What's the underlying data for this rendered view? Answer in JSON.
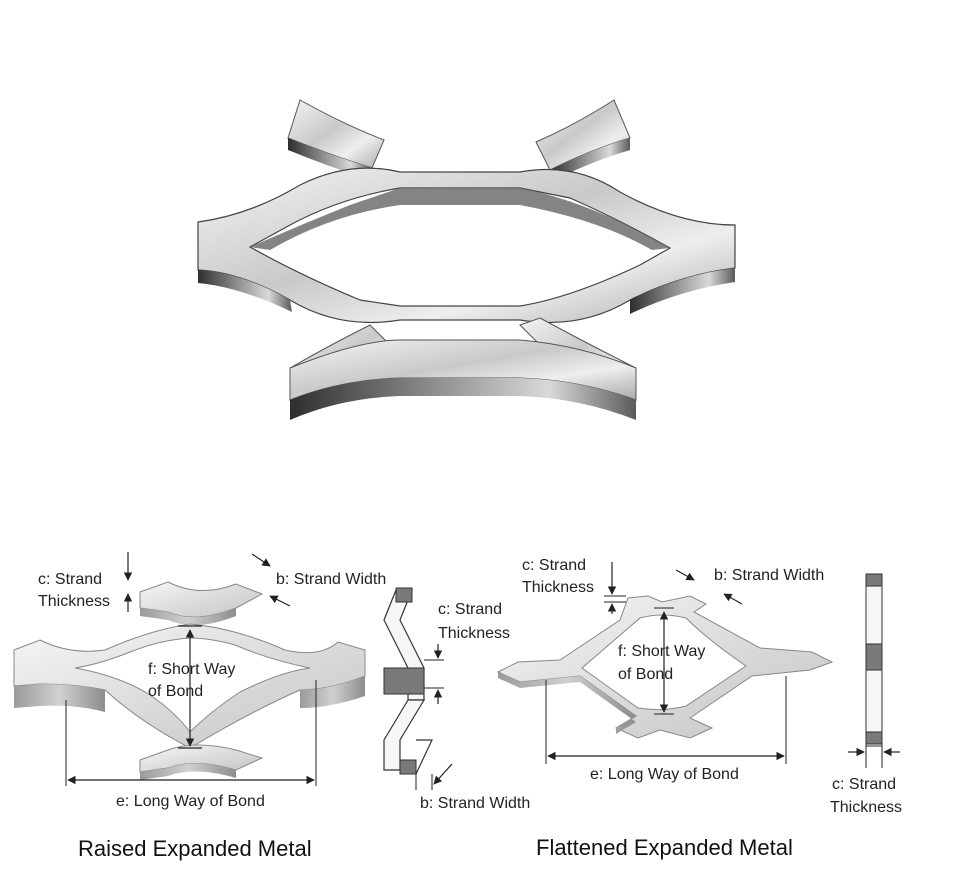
{
  "hero": {
    "name": "expanded-metal-mesh-3d"
  },
  "raised": {
    "strand_thickness": [
      "c: Strand",
      "Thickness"
    ],
    "strand_width_top": "b: Strand Width",
    "strand_thickness_side": [
      "c: Strand",
      "Thickness"
    ],
    "short_way": [
      "f: Short Way",
      "of Bond"
    ],
    "long_way": "e: Long Way of Bond",
    "strand_width_bottom": "b: Strand Width",
    "caption": "Raised Expanded Metal"
  },
  "flattened": {
    "strand_thickness": [
      "c: Strand",
      "Thickness"
    ],
    "strand_width": "b: Strand Width",
    "short_way": [
      "f: Short Way",
      "of Bond"
    ],
    "long_way": "e: Long Way of Bond",
    "strand_thickness_side": [
      "c: Strand",
      "Thickness"
    ],
    "caption": "Flattened Expanded Metal"
  }
}
